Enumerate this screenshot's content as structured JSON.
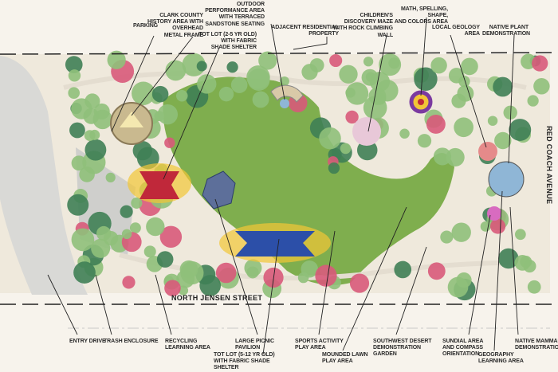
{
  "streets": {
    "south": "NORTH JENSEN STREET",
    "east": "RED COACH AVENUE"
  },
  "labels_top": {
    "parking": "PARKING",
    "history": "CLARK COUNTY\nHISTORY AREA WITH\nOVERHEAD\nMETAL FRAME",
    "performance": "OUTDOOR\nPERFORMANCE AREA\nWITH TERRACED\nSANDSTONE SEATING",
    "totlot_small": "TOT LOT (2-5 YR OLD)\nWITH FABRIC\nSHADE SHELTER",
    "residential": "ADJACENT RESIDENTIAL\nPROPERTY",
    "maze": "CHILDREN'S\nDISCOVERY MAZE\nWITH ROCK CLIMBING\nWALL",
    "math": "MATH, SPELLING, SHAPE,\nAND COLORS AREA",
    "geology": "LOCAL GEOLOGY\nAREA",
    "native_plant": "NATIVE PLANT\nDEMONSTRATION"
  },
  "labels_bottom": {
    "entry": "ENTRY DRIVE",
    "trash": "TRASH ENCLOSURE",
    "recycling": "RECYCLING\nLEARNING AREA",
    "pavilion": "LARGE PICNIC\nPAVILION",
    "totlot_large": "TOT LOT (5-12 YR OLD)\nWITH FABRIC SHADE\nSHELTER",
    "sports": "SPORTS ACTIVITY\nPLAY AREA",
    "lawn": "MOUNDED LAWN\nPLAY AREA",
    "desert": "SOUTHWEST DESERT\nDEMONSTRATION\nGARDEN",
    "sundial": "SUNDIAL AREA\nAND COMPASS\nORIENTATION",
    "geography": "GEOGRAPHY\nLEARNING AREA",
    "mammal": "NATIVE MAMMAL\nDEMONSTRATION"
  },
  "colors": {
    "lawn": "#7fae4e",
    "tree": "#8fc07a",
    "tree_dark": "#3f7f55",
    "path": "#e4ddd0",
    "accent_red": "#c0283a",
    "accent_blue": "#2c4fa8",
    "accent_yellow": "#f2c636",
    "flower": "#d85a7a"
  }
}
